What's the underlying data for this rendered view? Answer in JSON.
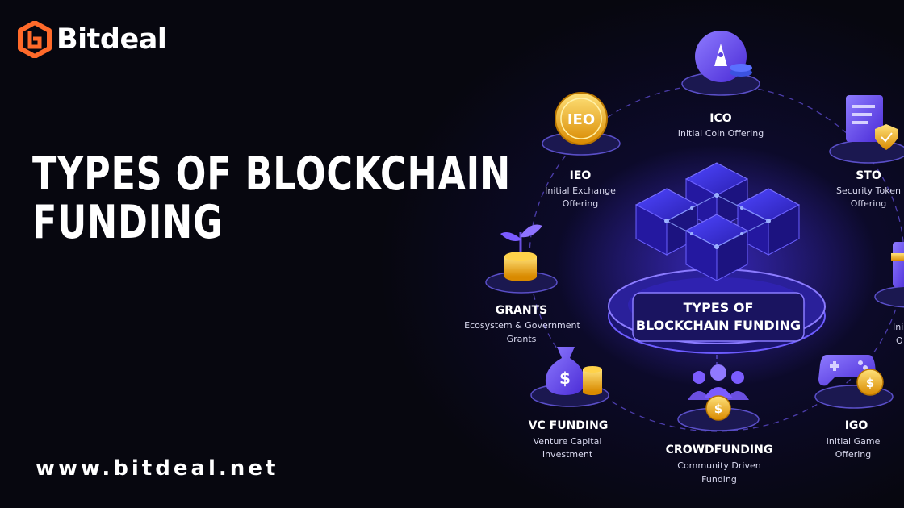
{
  "brand": {
    "name": "Bitdeal",
    "color": "#ff6a2a"
  },
  "headline": {
    "line1": "TYPES OF BLOCKCHAIN",
    "line2": "FUNDING"
  },
  "website": "www.bitdeal.net",
  "center": {
    "line1": "TYPES OF",
    "line2": "BLOCKCHAIN FUNDING"
  },
  "nodes": {
    "ico": {
      "title": "ICO",
      "sub1": "Initial Coin Offering",
      "sub2": ""
    },
    "ieo": {
      "title": "IEO",
      "sub1": "Initial Exchange",
      "sub2": "Offering",
      "badge": "IEO"
    },
    "sto": {
      "title": "STO",
      "sub1": "Security Token",
      "sub2": "Offering"
    },
    "grants": {
      "title": "GRANTS",
      "sub1": "Ecosystem & Government",
      "sub2": "Grants"
    },
    "vc": {
      "title": "VC FUNDING",
      "sub1": "Venture Capital",
      "sub2": "Investment"
    },
    "crowd": {
      "title": "CROWDFUNDING",
      "sub1": "Community Driven",
      "sub2": "Funding"
    },
    "igo": {
      "title": "IGO",
      "sub1": "Initial Game",
      "sub2": "Offering"
    },
    "partial": {
      "sub1": "Ini",
      "sub2": "O"
    }
  },
  "icons": [
    "rocket-icon",
    "ieo-coin-icon",
    "shield-document-icon",
    "plant-coins-icon",
    "money-bag-icon",
    "community-coin-icon",
    "gamepad-coin-icon",
    "wallet-icon"
  ],
  "colors": {
    "background": "#06060f",
    "accent": "#6b4cff",
    "coin": "#f5b50a",
    "cube": "#3b2fd8"
  }
}
